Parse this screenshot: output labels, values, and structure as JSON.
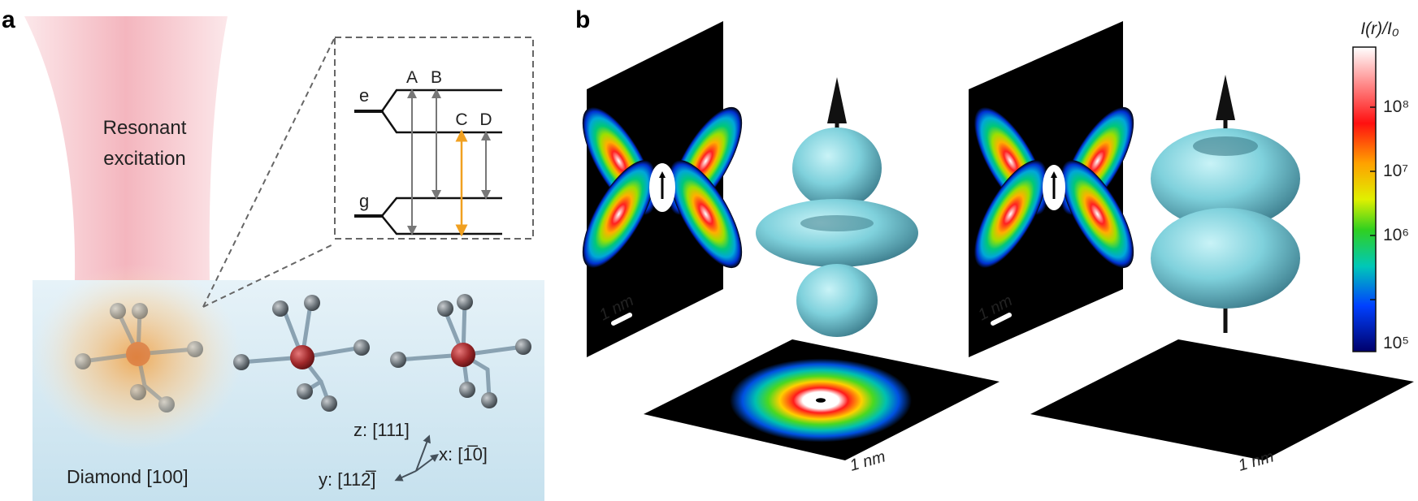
{
  "panel_a": {
    "letter": "a",
    "beam_label_line1": "Resonant",
    "beam_label_line2": "excitation",
    "substrate_label": "Diamond [100]",
    "axes": {
      "z": "z: [111]",
      "x": "x: [1̅0]",
      "y": "y: [112̅]"
    },
    "energy_levels": {
      "excited": "e",
      "ground": "g",
      "transitions": [
        "A",
        "B",
        "C",
        "D"
      ]
    },
    "colors": {
      "beam": "#f4b3bb",
      "substrate": "#cfe6f2",
      "highlight_transition": "#f0a020",
      "defect": "#a0282a"
    }
  },
  "panel_b": {
    "letter": "b",
    "scale_bar": "1 nm",
    "colorbar": {
      "title": "I(r)/I₀",
      "ticks": [
        "10⁸",
        "10⁷",
        "10⁶",
        "10⁵"
      ],
      "scale": "log"
    }
  }
}
